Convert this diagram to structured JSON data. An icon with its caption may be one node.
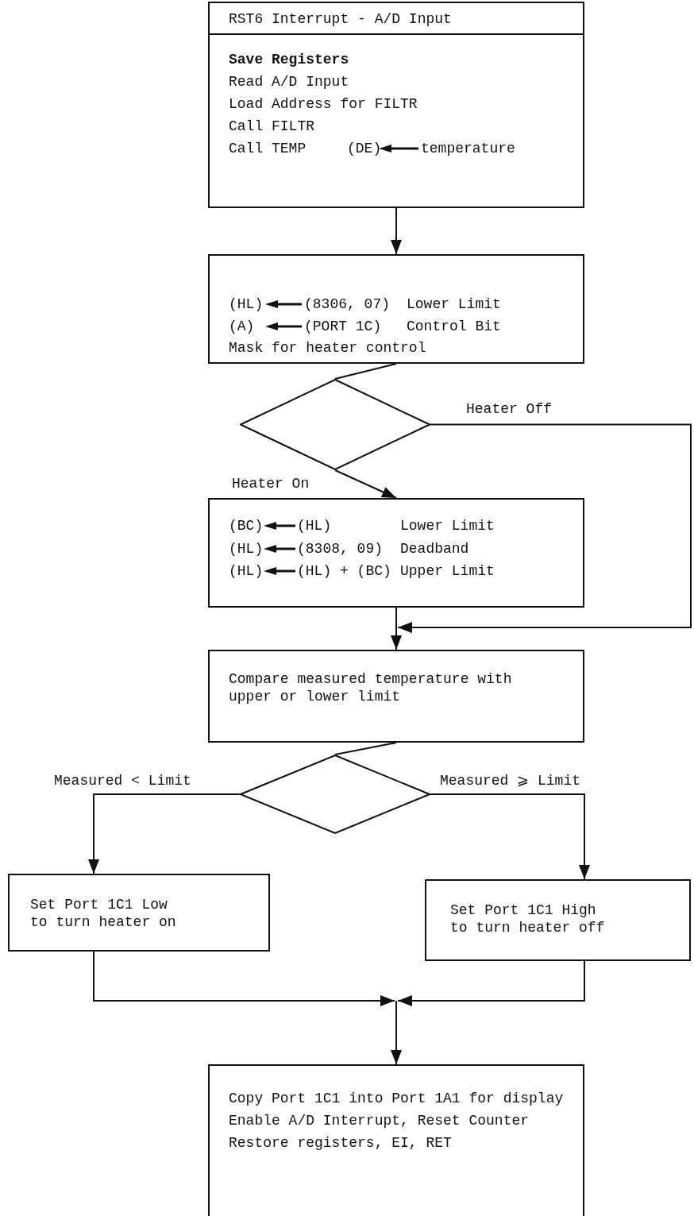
{
  "diagram": {
    "nodes": [
      {
        "text": [
          "RST6 Interrupt - A/D Input",
          "Save Registers",
          "Read A/D Input",
          "Load Address for FILTR",
          "Call FILTR",
          "Call TEMP",
          "(DE)",
          "temperature"
        ]
      },
      {
        "text": [
          "(HL)",
          "(8306, 07)",
          "Lower Limit",
          "(A)",
          "(PORT 1C)",
          "Control Bit",
          "Mask for heater control"
        ]
      },
      {
        "text": [],
        "shape": "diamond"
      },
      {
        "text": [
          "(BC)",
          "(HL)",
          "Lower Limit",
          "(HL)",
          "(8308, 09)",
          "Deadband",
          "(HL)",
          "(HL) + (BC)",
          "Upper Limit"
        ]
      },
      {
        "text": [
          "Compare measured temperature with upper or lower limit"
        ]
      },
      {
        "text": [],
        "shape": "diamond"
      },
      {
        "text": [
          "Set Port 1C1 Low to turn heater on"
        ]
      },
      {
        "text": [
          "Set Port 1C1 High to turn heater off"
        ]
      },
      {
        "text": [
          "Copy Port 1C1 into Port 1A1 for display",
          "Enable A/D Interrupt, Reset Counter",
          "Restore registers, EI, RET"
        ]
      }
    ],
    "edges": [
      {
        "from": 0,
        "to": 1,
        "arrow": "to"
      },
      {
        "from": 1,
        "to": 2,
        "arrow": "none"
      },
      {
        "from": 2,
        "to": 3,
        "arrow": "to",
        "label": "Heater On"
      },
      {
        "from": 2,
        "to": 4,
        "arrow": "to",
        "label": "Heater Off"
      },
      {
        "from": 3,
        "to": 4,
        "arrow": "to"
      },
      {
        "from": 4,
        "to": 5,
        "arrow": "none"
      },
      {
        "from": 5,
        "to": 6,
        "arrow": "to",
        "label": "Measured < Limit"
      },
      {
        "from": 5,
        "to": 7,
        "arrow": "to",
        "label": "Measured ⩾ Limit"
      },
      {
        "from": 6,
        "to": 8,
        "arrow": "to"
      },
      {
        "from": 7,
        "to": 8,
        "arrow": "to"
      }
    ]
  }
}
